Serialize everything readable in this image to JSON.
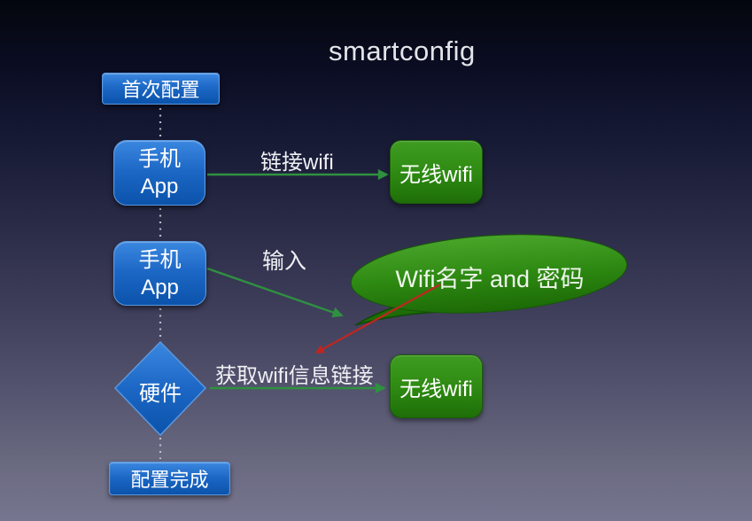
{
  "title": "smartconfig",
  "nodes": {
    "first_config": {
      "label": "首次配置"
    },
    "phone_app_1": {
      "line1": "手机",
      "line2": "App"
    },
    "wireless_wifi_1": {
      "label": "无线wifi"
    },
    "phone_app_2": {
      "line1": "手机",
      "line2": "App"
    },
    "wifi_bubble": {
      "label": "Wifi名字 and 密码"
    },
    "hardware": {
      "label": "硬件"
    },
    "wireless_wifi_2": {
      "label": "无线wifi"
    },
    "config_done": {
      "label": "配置完成"
    }
  },
  "edge_labels": {
    "link_wifi": "链接wifi",
    "input": "输入",
    "fetch_wifi_info": "获取wifi信息链接"
  },
  "colors": {
    "node_blue": "#1c67c5",
    "node_green": "#2e8a12",
    "arrow_green": "#2f9140",
    "arrow_red": "#bf2620",
    "background_top": "#04060d",
    "background_bottom": "#777690"
  }
}
